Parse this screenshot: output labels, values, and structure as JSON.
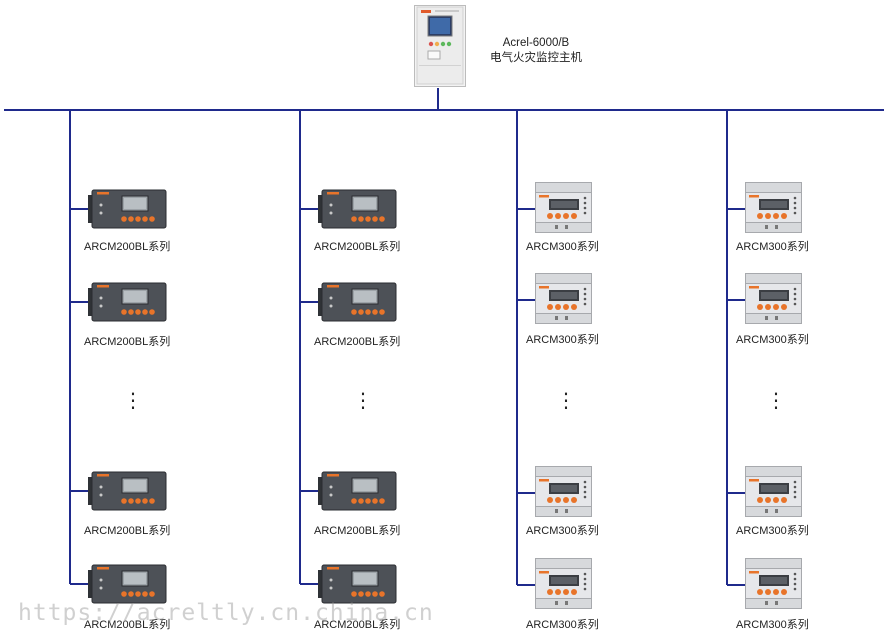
{
  "head": {
    "model": "Acrel-6000/B",
    "name": "电气火灾监控主机"
  },
  "branches": [
    {
      "device_type": "arcm200bl",
      "modules": [
        {
          "label": "ARCM200BL系列"
        },
        {
          "label": "ARCM200BL系列"
        },
        {
          "label": "ARCM200BL系列"
        },
        {
          "label": "ARCM200BL系列"
        }
      ]
    },
    {
      "device_type": "arcm200bl",
      "modules": [
        {
          "label": "ARCM200BL系列"
        },
        {
          "label": "ARCM200BL系列"
        },
        {
          "label": "ARCM200BL系列"
        },
        {
          "label": "ARCM200BL系列"
        }
      ]
    },
    {
      "device_type": "arcm300",
      "modules": [
        {
          "label": "ARCM300系列"
        },
        {
          "label": "ARCM300系列"
        },
        {
          "label": "ARCM300系列"
        },
        {
          "label": "ARCM300系列"
        }
      ]
    },
    {
      "device_type": "arcm300",
      "modules": [
        {
          "label": "ARCM300系列"
        },
        {
          "label": "ARCM300系列"
        },
        {
          "label": "ARCM300系列"
        },
        {
          "label": "ARCM300系列"
        }
      ]
    }
  ],
  "ellipsis": "⋮",
  "watermark": "https://acreltly.cn.china.cn",
  "colors": {
    "bus_line": "#1f2a8c",
    "device_orange": "#e8742a",
    "panel_dark": "#4d5157",
    "panel_light": "#e6e7ea"
  }
}
